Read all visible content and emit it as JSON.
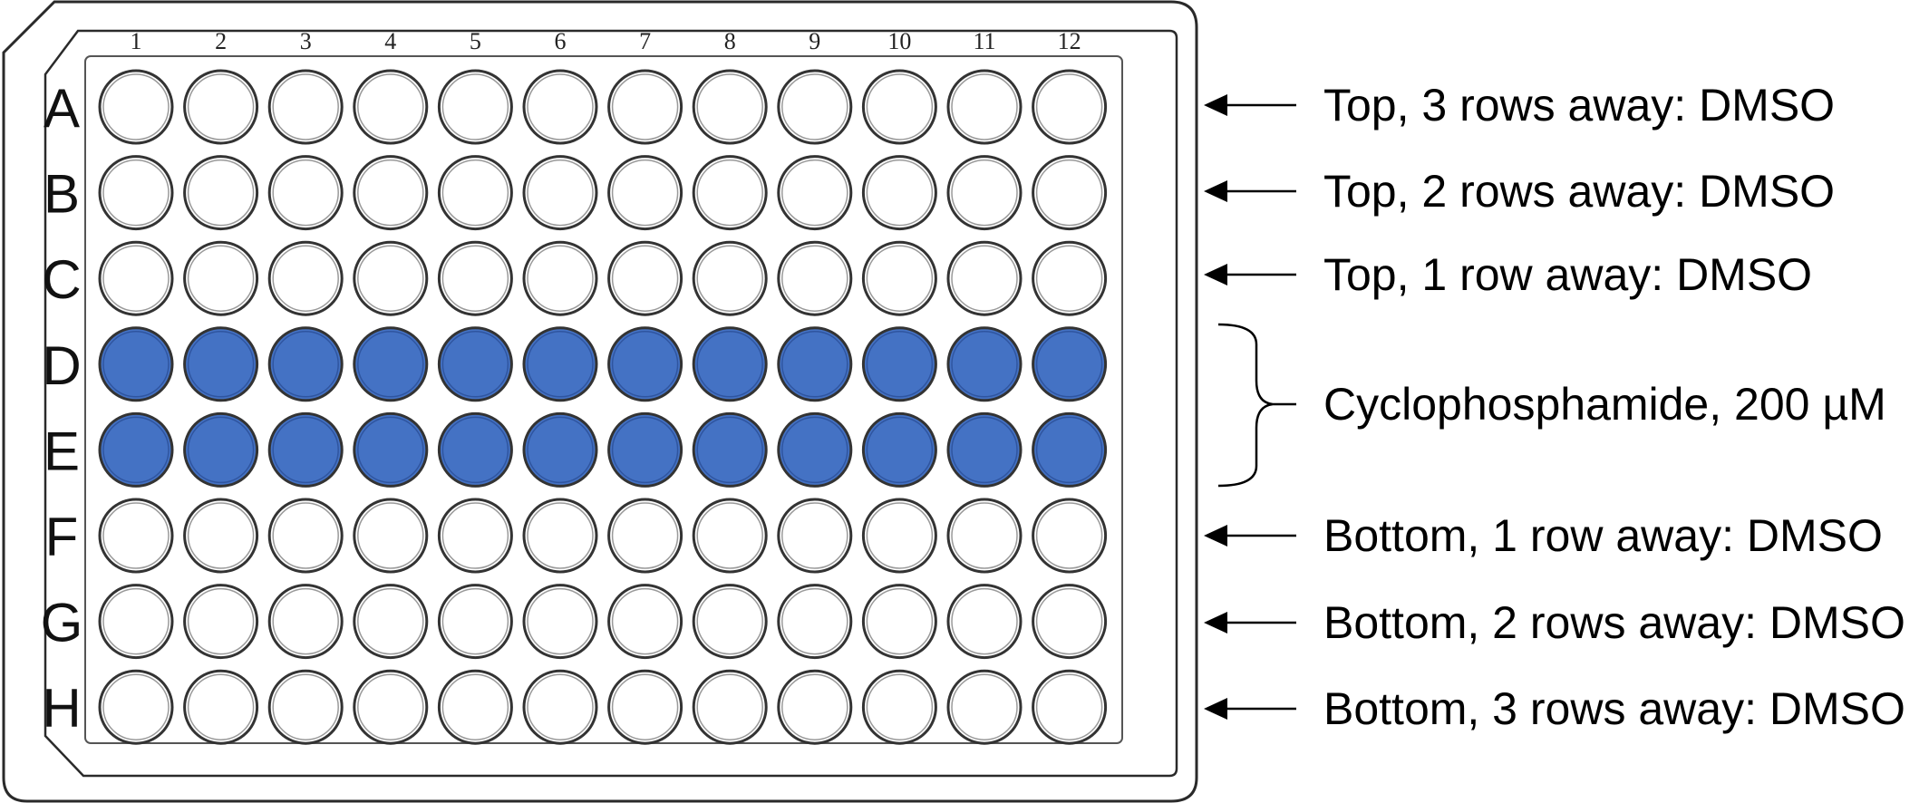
{
  "plate": {
    "format": "96-well",
    "columns": [
      "1",
      "2",
      "3",
      "4",
      "5",
      "6",
      "7",
      "8",
      "9",
      "10",
      "11",
      "12"
    ],
    "rows": [
      "A",
      "B",
      "C",
      "D",
      "E",
      "F",
      "G",
      "H"
    ],
    "filled_rows": [
      "D",
      "E"
    ],
    "empty_rows": [
      "A",
      "B",
      "C",
      "F",
      "G",
      "H"
    ]
  },
  "annotations": {
    "row_a": "Top, 3 rows away: DMSO",
    "row_b": "Top, 2 rows away: DMSO",
    "row_c": "Top, 1 row away: DMSO",
    "rows_de": "Cyclophosphamide, 200 µM",
    "row_f": "Bottom, 1 row away: DMSO",
    "row_g": "Bottom, 2 rows away: DMSO",
    "row_h": "Bottom, 3 rows away: DMSO"
  },
  "colors": {
    "filled_well": "#4472C4",
    "empty_well": "#ffffff",
    "outline": "#333333"
  }
}
